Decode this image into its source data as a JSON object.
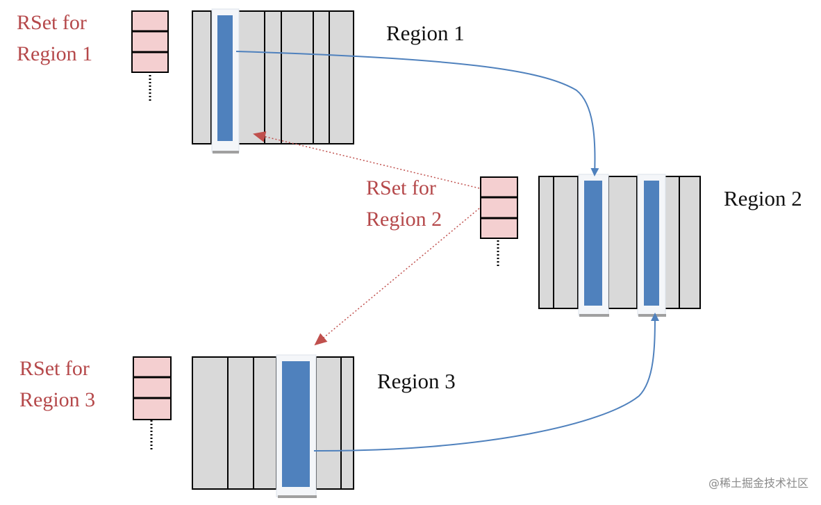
{
  "regions": [
    {
      "label": "Region 1",
      "rset_label_line1": "RSet for",
      "rset_label_line2": "Region 1"
    },
    {
      "label": "Region 2",
      "rset_label_line1": "RSet for",
      "rset_label_line2": "Region 2"
    },
    {
      "label": "Region 3",
      "rset_label_line1": "RSet for",
      "rset_label_line2": "Region 3"
    }
  ],
  "watermark": "@稀土掘金技术社区",
  "colors": {
    "rset_text": "#b5484a",
    "rset_fill": "#f4cfd0",
    "region_fill": "#d9d9d9",
    "card_fill": "#4f81bd",
    "reference_arrow": "#4f81bd",
    "rset_arrow": "#c0504d"
  }
}
